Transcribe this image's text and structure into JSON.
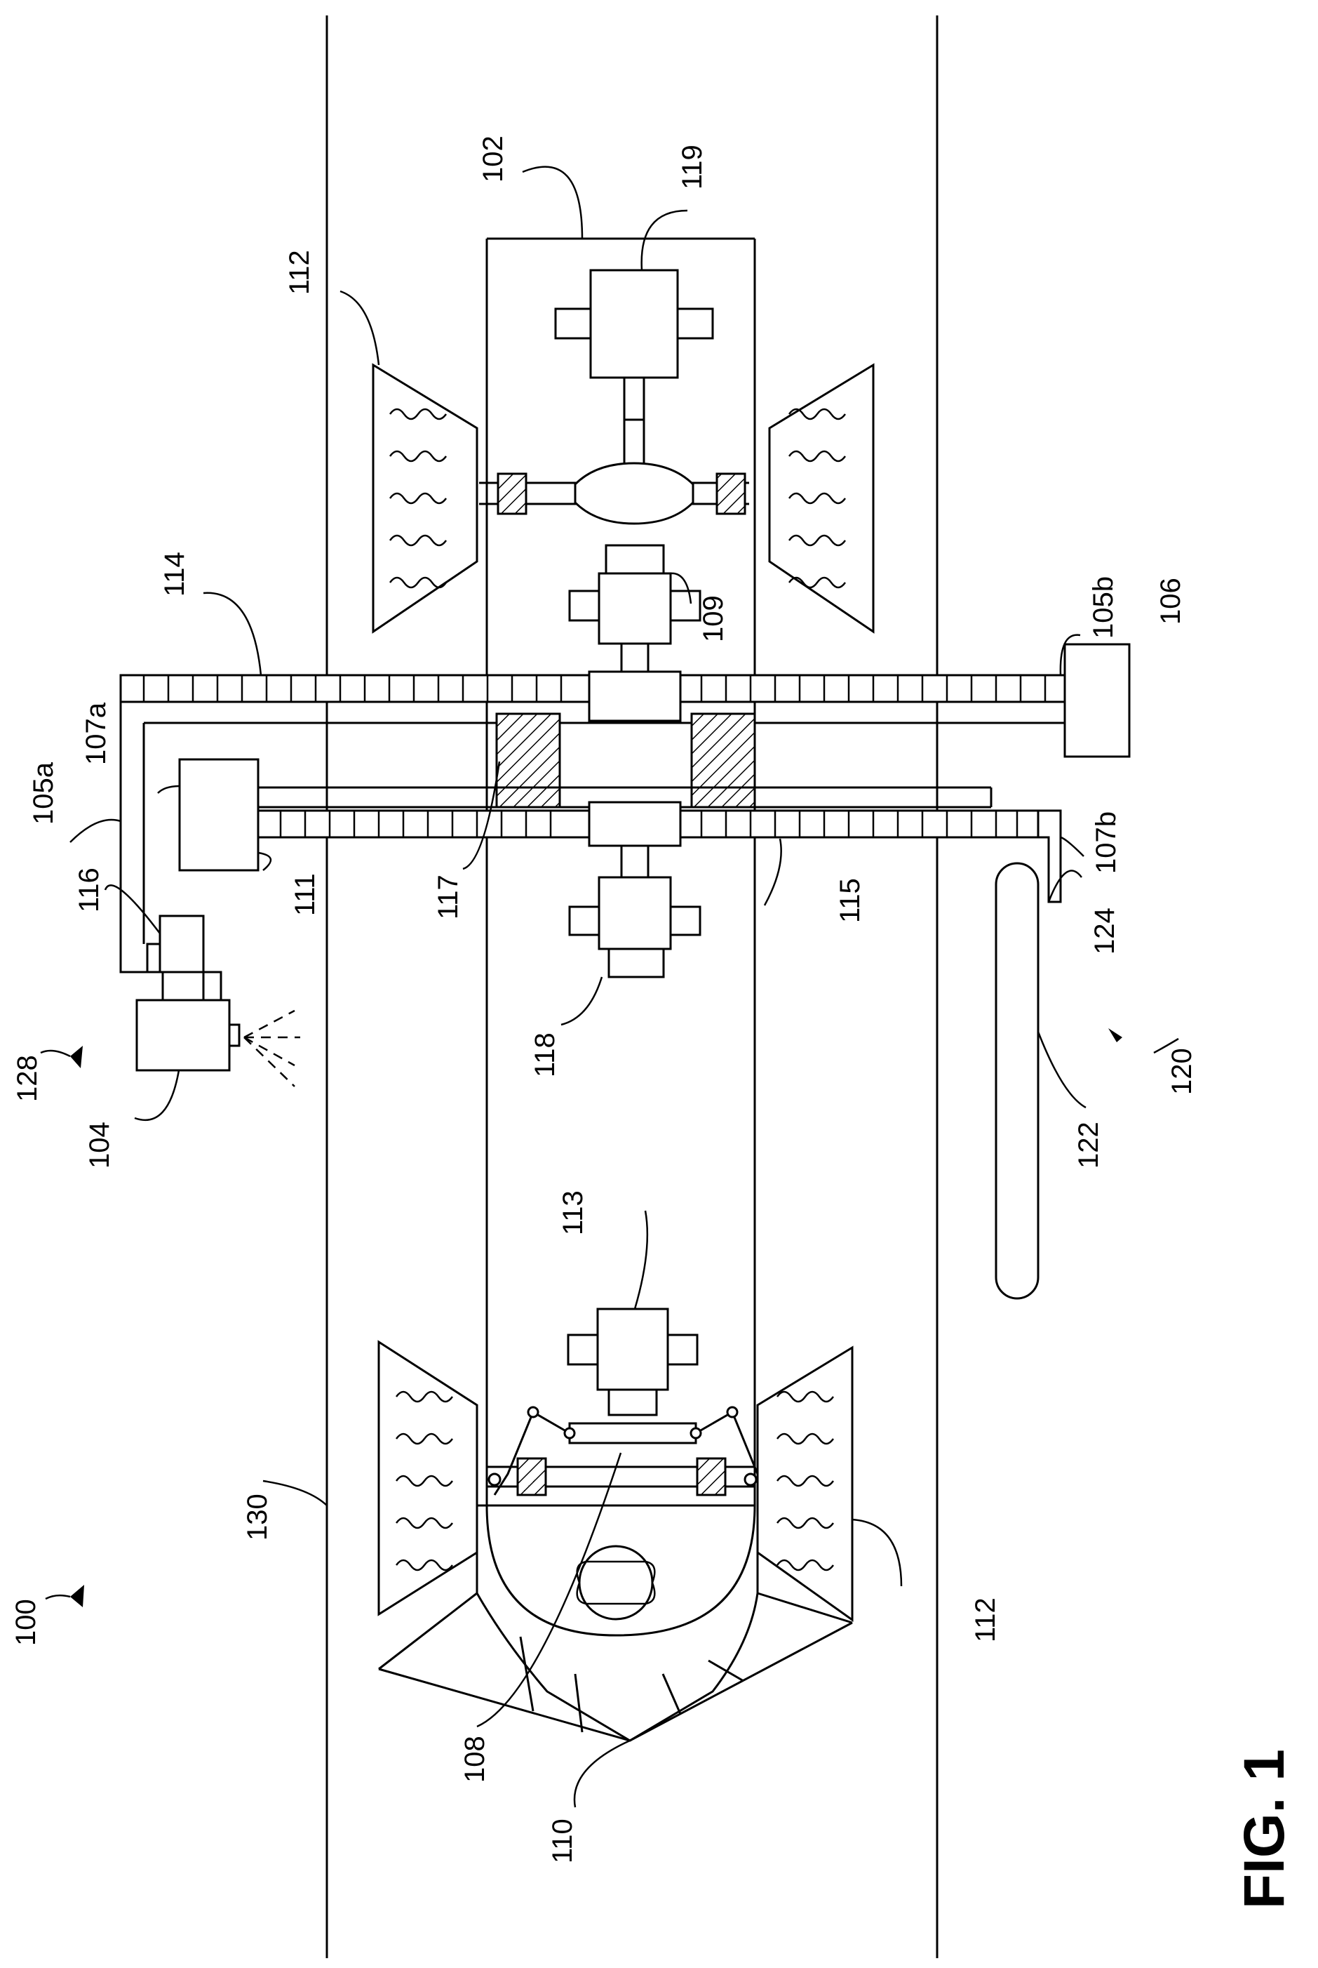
{
  "figure": {
    "caption": "FIG. 1",
    "labels": {
      "l100": "100",
      "l102": "102",
      "l104": "104",
      "l105a": "105a",
      "l105b": "105b",
      "l106": "106",
      "l107a": "107a",
      "l107b": "107b",
      "l108": "108",
      "l109": "109",
      "l110": "110",
      "l111": "111",
      "l112_top": "112",
      "l112_bottom": "112",
      "l113": "113",
      "l114": "114",
      "l115": "115",
      "l116": "116",
      "l117": "117",
      "l118": "118",
      "l119": "119",
      "l120": "120",
      "l122": "122",
      "l124": "124",
      "l128": "128",
      "l130": "130"
    }
  }
}
